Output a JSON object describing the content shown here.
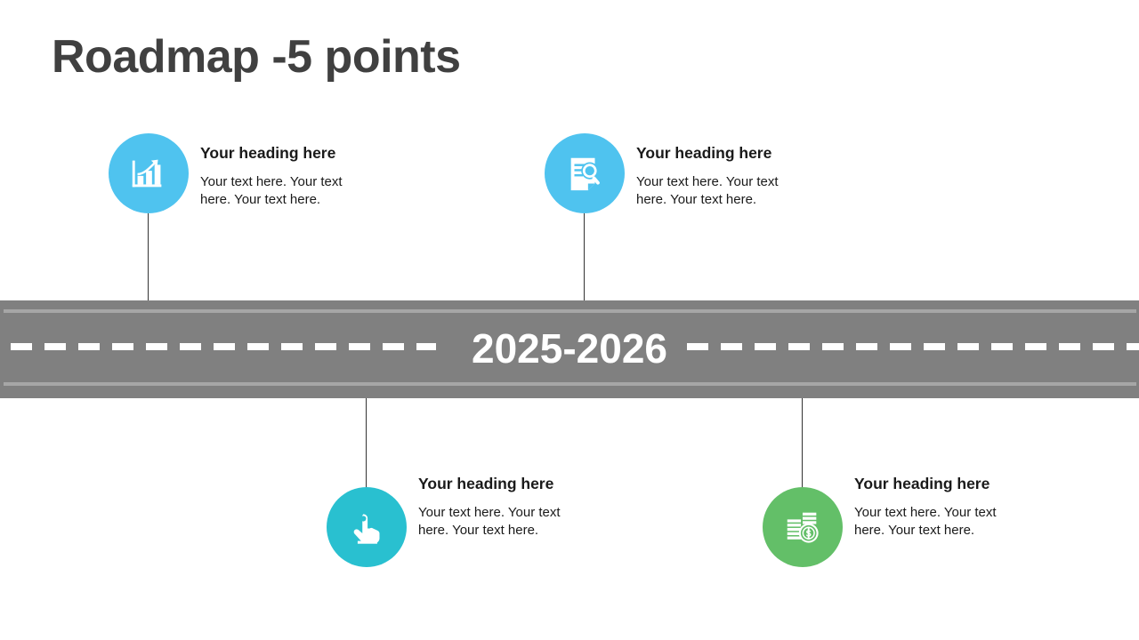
{
  "slide": {
    "title": "Roadmap -5 points",
    "background_color": "#ffffff"
  },
  "road": {
    "year_label": "2025-2026",
    "road_color": "#808080",
    "band_color": "#a6a6a6",
    "dash_color": "#ffffff"
  },
  "milestones": [
    {
      "id": "milestone-1",
      "position": "above-road",
      "icon": "bar-chart-growth-icon",
      "circle_color": "#4fc3ef",
      "heading": "Your heading here",
      "body": "Your text here. Your text here. Your text here."
    },
    {
      "id": "milestone-2",
      "position": "above-road",
      "icon": "document-search-icon",
      "circle_color": "#4fc3ef",
      "heading": "Your heading here",
      "body": "Your text here. Your text here. Your text here."
    },
    {
      "id": "milestone-3",
      "position": "below-road",
      "icon": "hand-tap-icon",
      "circle_color": "#29c0d0",
      "heading": "Your heading here",
      "body": "Your text here. Your text here. Your text here."
    },
    {
      "id": "milestone-4",
      "position": "below-road",
      "icon": "money-coins-dollar-icon",
      "circle_color": "#63bf68",
      "heading": "Your heading here",
      "body": "Your text here. Your text here. Your text here."
    }
  ]
}
